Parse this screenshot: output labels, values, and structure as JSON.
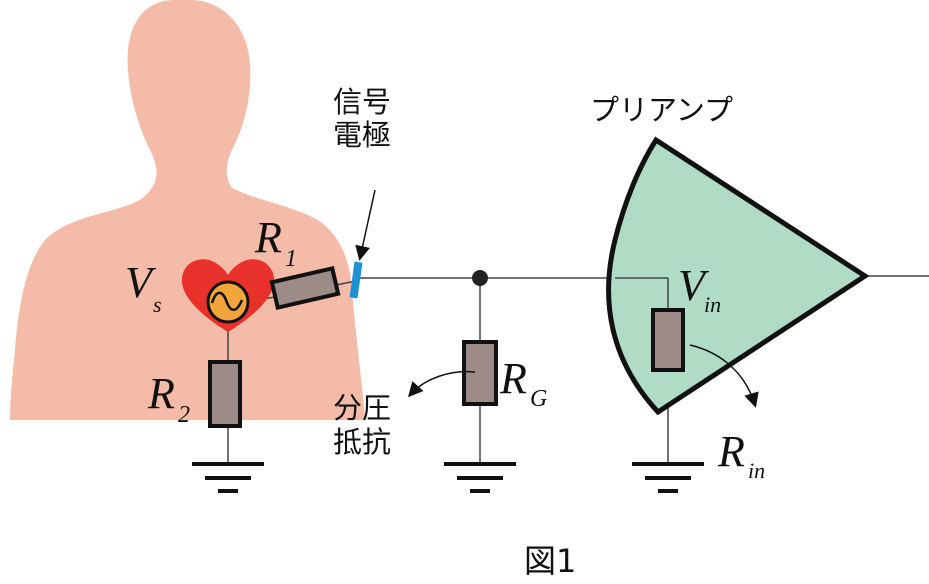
{
  "labels": {
    "signal_electrode_line1": "信号",
    "signal_electrode_line2": "電極",
    "preamp": "プリアンプ",
    "divider_line1": "分圧",
    "divider_line2": "抵抗",
    "vs_main": "V",
    "vs_sub": "s",
    "r1_main": "R",
    "r1_sub": "1",
    "r2_main": "R",
    "r2_sub": "2",
    "rg_main": "R",
    "rg_sub": "G",
    "vin_main": "V",
    "vin_sub": "in",
    "rin_main": "R",
    "rin_sub": "in",
    "figure_caption": "図1"
  },
  "colors": {
    "body": "#f4bba8",
    "heart": "#e8312a",
    "source_fill": "#f2a53a",
    "resistor_fill": "#9c8b87",
    "preamp_fill": "#b0dcc6",
    "electrode": "#1e90d6",
    "stroke": "#111111",
    "wire": "#444444"
  },
  "icons": [
    "human-torso-silhouette",
    "heart-icon",
    "ac-source-icon",
    "ground-symbol-icon",
    "curved-arrow-icon"
  ]
}
